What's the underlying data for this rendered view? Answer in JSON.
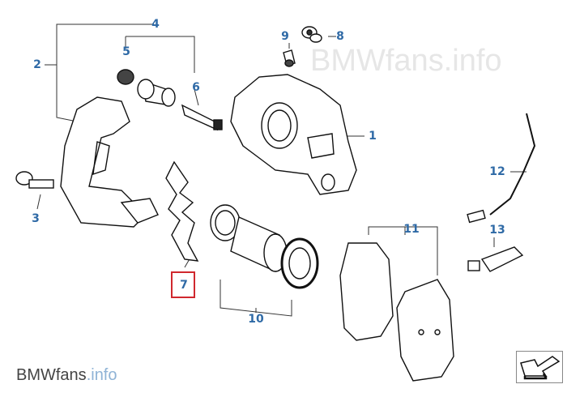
{
  "watermark": "BMWfans.info",
  "logo": {
    "brand": "BMWfans",
    "suffix": ".info"
  },
  "highlighted_part": "7",
  "callouts": [
    {
      "id": "1",
      "label": "1"
    },
    {
      "id": "2",
      "label": "2"
    },
    {
      "id": "3",
      "label": "3"
    },
    {
      "id": "4",
      "label": "4"
    },
    {
      "id": "5",
      "label": "5"
    },
    {
      "id": "6",
      "label": "6"
    },
    {
      "id": "7",
      "label": "7"
    },
    {
      "id": "8",
      "label": "8"
    },
    {
      "id": "9",
      "label": "9"
    },
    {
      "id": "10",
      "label": "10"
    },
    {
      "id": "11",
      "label": "11"
    },
    {
      "id": "12",
      "label": "12"
    },
    {
      "id": "13",
      "label": "13"
    }
  ],
  "nav_icon": "back-arrow-icon",
  "colors": {
    "label": "#2f6aa6",
    "highlight": "#d0282e"
  }
}
